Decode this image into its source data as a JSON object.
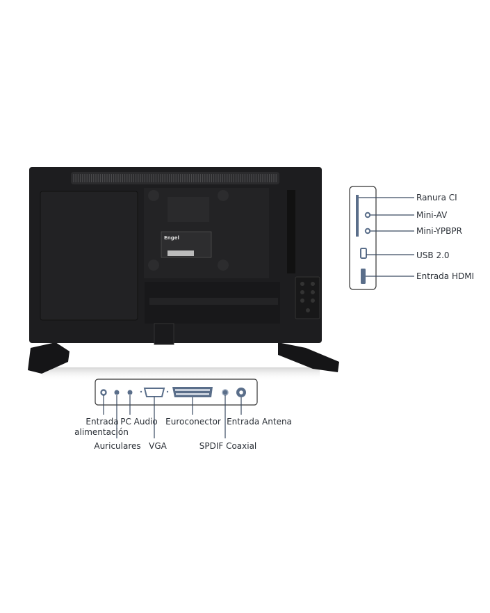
{
  "product": {
    "brand_label": "Engel"
  },
  "side_panel": {
    "labels": [
      "Ranura CI",
      "Mini-AV",
      "Mini-YPBPR",
      "USB 2.0",
      "Entrada HDMI"
    ]
  },
  "bottom_panel": {
    "entrada_alimentacion": [
      "Entrada",
      "alimentación"
    ],
    "pc_audio": "PC Audio",
    "euroconector": "Euroconector",
    "entrada_antena": "Entrada Antena",
    "auriculares": "Auriculares",
    "vga": "VGA",
    "spdif": "SPDIF Coaxial"
  },
  "colors": {
    "port": "#5a6e8a",
    "line": "#3a4a60",
    "tv": "#1c1c1e"
  }
}
